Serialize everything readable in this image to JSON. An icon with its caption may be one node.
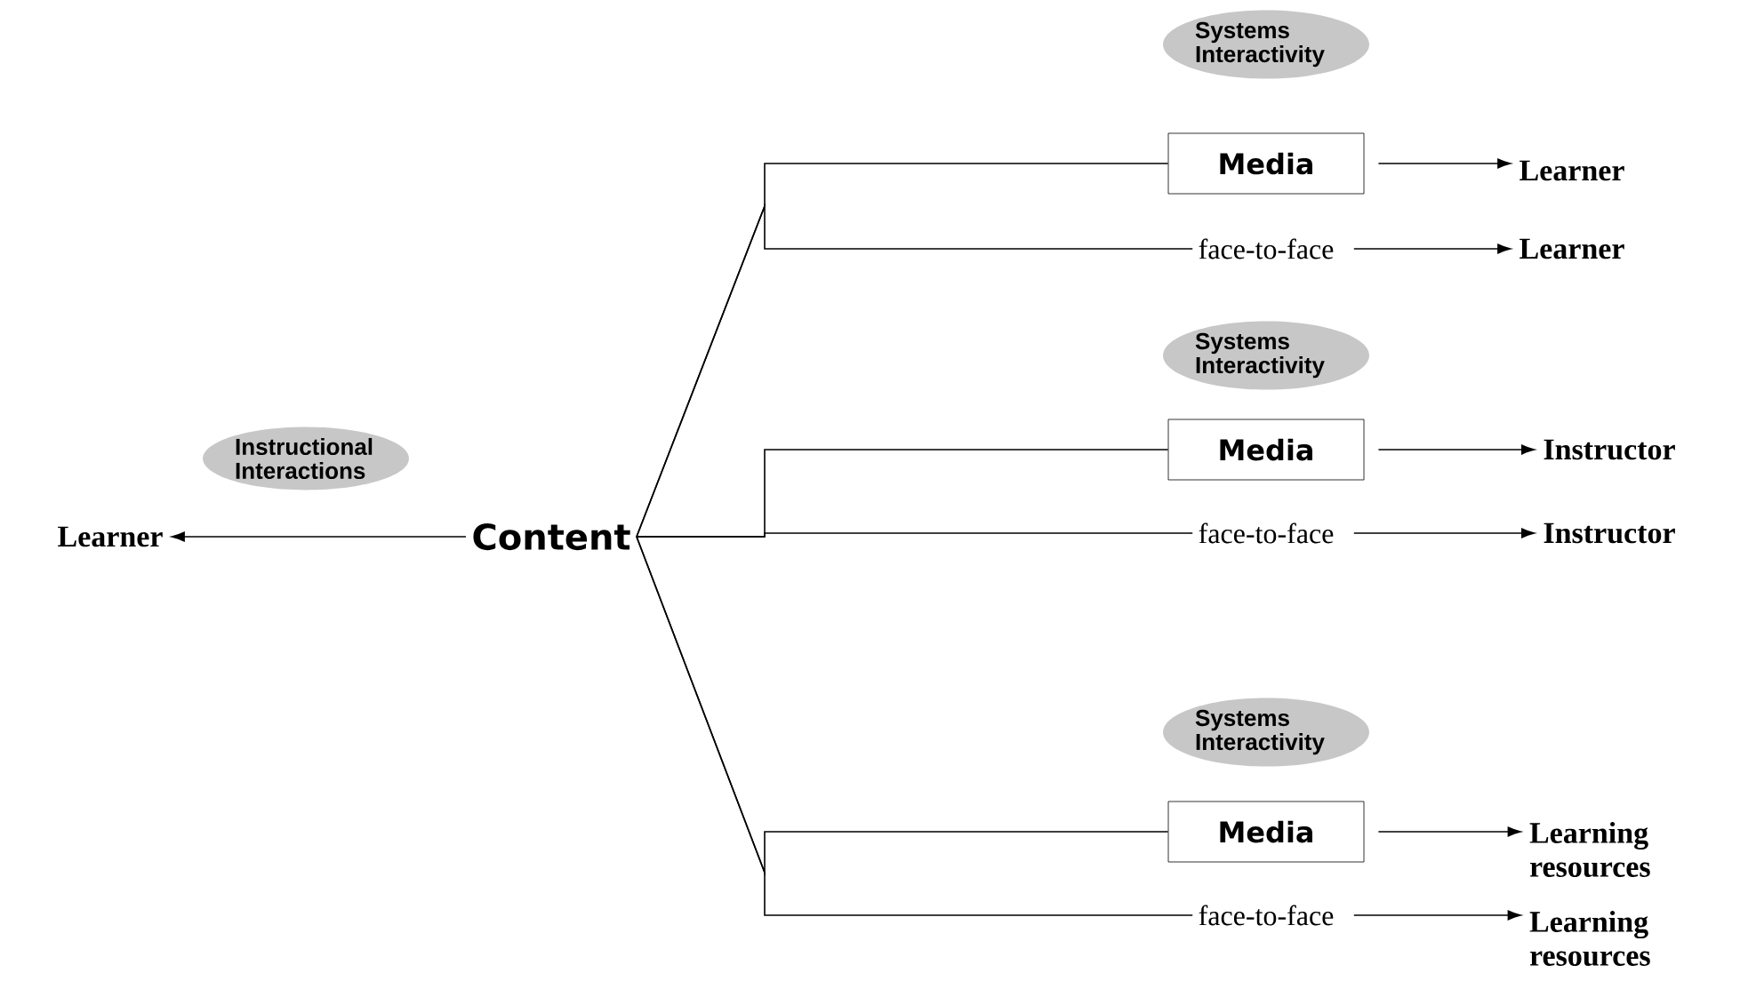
{
  "diagram": {
    "nodes": [
      {
        "text": [
          "Learner"
        ]
      },
      {
        "text": [
          "Content"
        ]
      },
      {
        "text": [
          "Media"
        ]
      },
      {
        "text": [
          "face-to-face"
        ]
      },
      {
        "text": [
          "Learner"
        ]
      },
      {
        "text": [
          "Learner"
        ]
      },
      {
        "text": [
          "Media"
        ]
      },
      {
        "text": [
          "face-to-face"
        ]
      },
      {
        "text": [
          "Instructor"
        ]
      },
      {
        "text": [
          "Instructor"
        ]
      },
      {
        "text": [
          "Media"
        ]
      },
      {
        "text": [
          "face-to-face"
        ]
      },
      {
        "text": [
          "Learning resources"
        ]
      },
      {
        "text": [
          "Learning resources"
        ]
      }
    ],
    "edges": [
      {
        "from": 1,
        "to": 0,
        "arrow": "to"
      },
      {
        "from": 1,
        "to": 2,
        "arrow": "none"
      },
      {
        "from": 1,
        "to": 3,
        "arrow": "none"
      },
      {
        "from": 2,
        "to": 4,
        "arrow": "to"
      },
      {
        "from": 3,
        "to": 5,
        "arrow": "to"
      },
      {
        "from": 1,
        "to": 6,
        "arrow": "none"
      },
      {
        "from": 1,
        "to": 7,
        "arrow": "none"
      },
      {
        "from": 6,
        "to": 8,
        "arrow": "to"
      },
      {
        "from": 7,
        "to": 9,
        "arrow": "to"
      },
      {
        "from": 1,
        "to": 10,
        "arrow": "none"
      },
      {
        "from": 1,
        "to": 11,
        "arrow": "none"
      },
      {
        "from": 10,
        "to": 12,
        "arrow": "to"
      },
      {
        "from": 11,
        "to": 13,
        "arrow": "to"
      }
    ],
    "labels": [
      "Systems Interactivity",
      "Instructional Interactions",
      "Systems Interactivity",
      "Systems Interactivity"
    ]
  }
}
